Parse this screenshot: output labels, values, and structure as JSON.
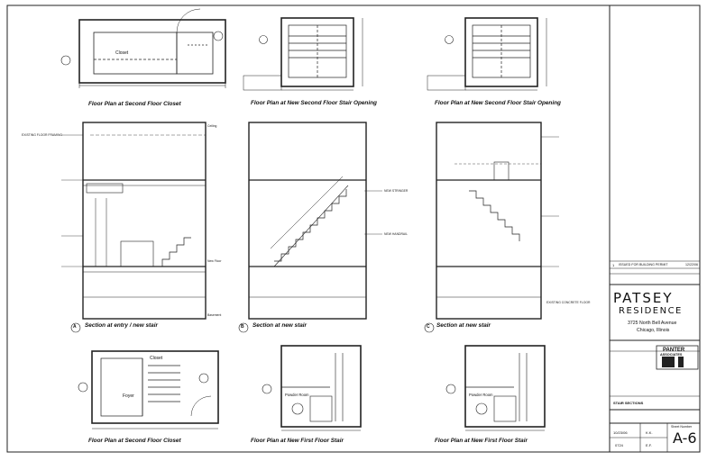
{
  "drawings": {
    "plan_closet_second": "Floor Plan at Second Floor Closet",
    "plan_new_second_stair": "Floor Plan at New Second Floor Stair Opening",
    "plan_new_second_stair_2": "Floor Plan at New Second Floor Stair Opening",
    "section_entry": "Section at entry / new stair",
    "section_new_stair_b": "Section at new stair",
    "section_new_stair_c": "Section at new stair",
    "plan_closet_second_2": "Floor Plan at Second Floor Closet",
    "plan_new_first_stair": "Floor Plan at New First Floor Stair",
    "plan_new_first_stair_2": "Floor Plan at New First Floor Stair",
    "section_marks": [
      "A",
      "B",
      "C"
    ]
  },
  "rooms": {
    "closet": "Closet",
    "closet_2": "Closet",
    "foyer": "Foyer",
    "powder_room": "Powder Room",
    "powder_room_2": "Powder Room"
  },
  "notes": {
    "ceiling": "Ceiling",
    "new_floor": "New Floor",
    "basement": "Basement",
    "existing_floor": "EXISTING FLOOR FRAMING",
    "new_stringer": "NEW STRINGER",
    "new_handrail": "NEW HANDRAIL",
    "existing_concrete": "EXISTING CONCRETE FLOOR"
  },
  "title_block": {
    "revision_no": "1",
    "revision_text": "ISSUED FOR BUILDING PERMIT",
    "revision_date": "12/22/06",
    "project": "PATSEY",
    "project_2": "RESIDENCE",
    "address_1": "3725 North Bell Avenue",
    "address_2": "Chicago, Illinois",
    "firm_1": "PANTER",
    "firm_2": "ASSOCIATES",
    "sheet_title": "STAIR SECTIONS",
    "sheet_number_label": "Sheet Number",
    "sheet_number": "A-6",
    "date": "10/23/06",
    "drawn_by": "K.K.",
    "job_number": "0724",
    "checked_by": "E.F."
  }
}
